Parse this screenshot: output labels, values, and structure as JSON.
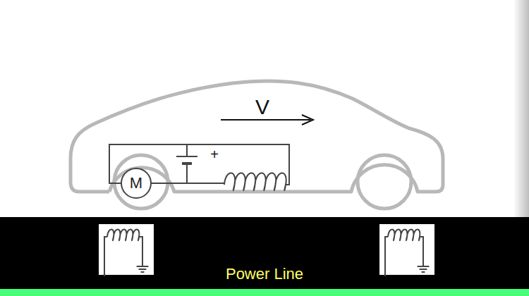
{
  "diagram": {
    "nodes": [
      {
        "text": [
          "M"
        ]
      },
      {
        "text": [
          "Power Line"
        ]
      }
    ],
    "labels": [
      "V",
      "+"
    ]
  }
}
